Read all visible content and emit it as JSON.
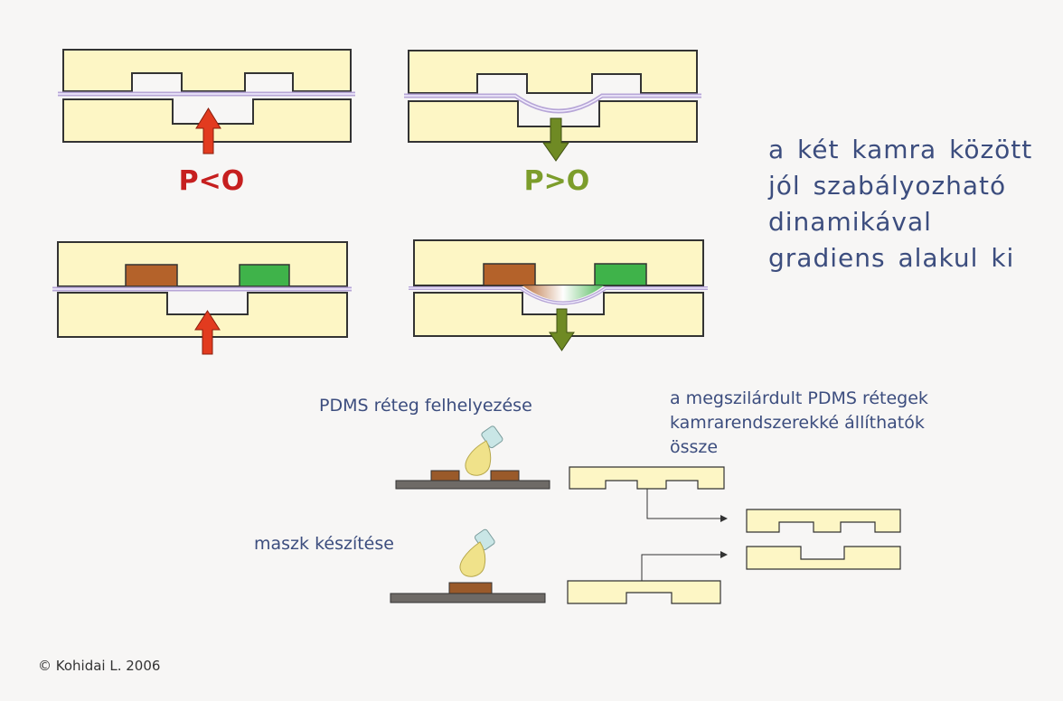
{
  "pressure_labels": {
    "neg": "P<O",
    "pos": "P>O"
  },
  "description_lines": [
    "a két kamra között",
    "jól szabályozható",
    "dinamikával",
    "gradiens alakul ki"
  ],
  "steps": {
    "pdms_layer": "PDMS réteg felhelyezése",
    "assemble_lines": [
      "a megszilárdult PDMS rétegek",
      "kamrarendszerekké állíthatók",
      "össze"
    ],
    "mask": "maszk készítése"
  },
  "copyright": "© Kohidai L. 2006",
  "colors": {
    "chamber_fill": "#fdf6c5",
    "chamber_stroke": "#333333",
    "membrane": "#b7a6d7",
    "arrow_red": "#e23b1f",
    "arrow_green": "#6f8a24",
    "label_red": "#c61f1f",
    "label_green": "#7c9d2b",
    "brown_block": "#b4622a",
    "green_block": "#3fb34a",
    "substrate": "#6e6a66",
    "text_blue": "#3c4d7e"
  }
}
